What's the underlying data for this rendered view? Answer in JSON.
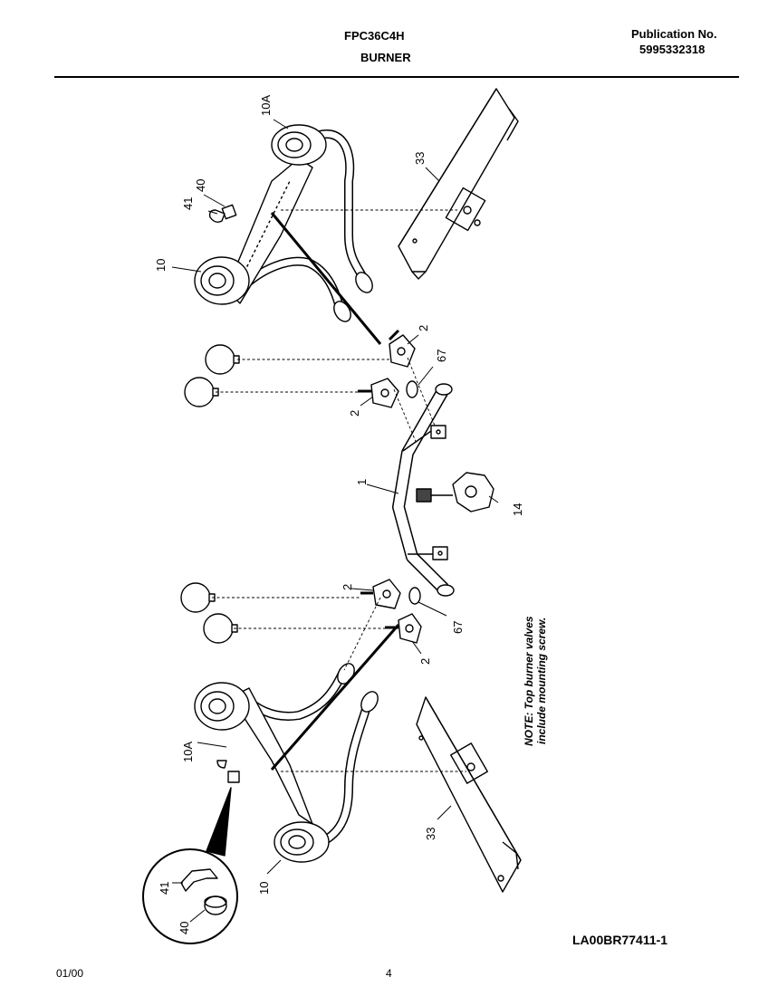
{
  "header": {
    "model": "FPC36C4H",
    "section": "BURNER",
    "publication_label": "Publication No.",
    "publication_number": "5995332318"
  },
  "footer": {
    "date": "01/00",
    "page": "4",
    "diagram_id": "LA00BR77411-1"
  },
  "callouts": {
    "manifold": "1",
    "valve_top_left": "2",
    "valve_mid_left": "2",
    "valve_mid_right": "2",
    "valve_lower_right": "2",
    "burner_left": "10",
    "burner_right": "10",
    "burner_10a_left": "10A",
    "burner_10a_right": "10A",
    "regulator": "14",
    "bracket_top": "33",
    "bracket_bottom": "33",
    "nut_top": "40",
    "clip_top": "41",
    "nut_inset": "40",
    "clip_inset": "41",
    "orifice_left": "67",
    "orifice_right": "67"
  },
  "note": {
    "line1": "NOTE: Top burner valves",
    "line2": "include mounting screw."
  }
}
